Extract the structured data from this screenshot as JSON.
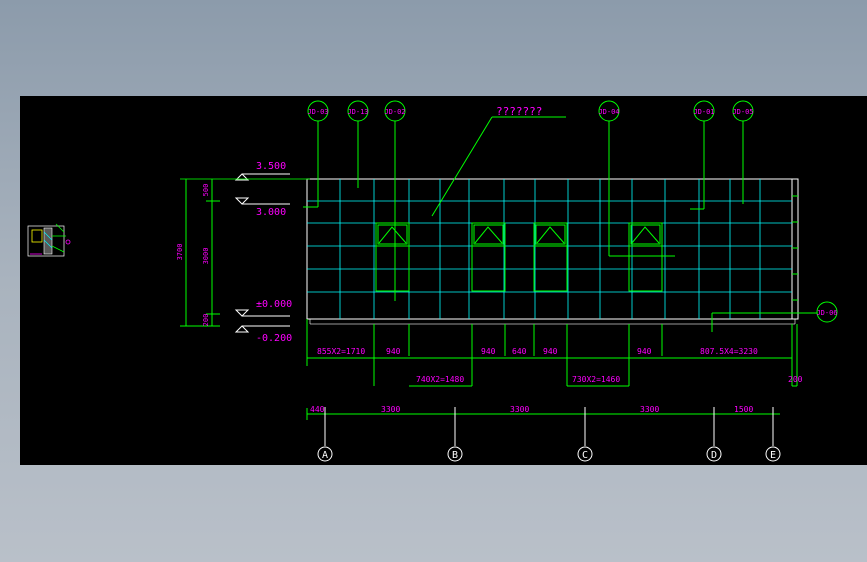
{
  "drawing": {
    "background": "#000000",
    "palette": {
      "outline": "#ffffff",
      "grid": "#00ffff",
      "leader": "#00ff00",
      "text": "#ff00ff",
      "dim": "#ffffff"
    }
  },
  "callouts": {
    "top": [
      "JD-03",
      "JD-13",
      "JD-02",
      "JD-04",
      "JD-01",
      "JD-05"
    ],
    "right": "JD-06",
    "note": "???????"
  },
  "elevations": {
    "e1": "3.500",
    "e2": "3.000",
    "e3": "±0.000",
    "e4": "-0.200"
  },
  "vertical_dims": {
    "total": "3700",
    "top": "500",
    "mid": "3000",
    "bottom": "200"
  },
  "dims_row1": {
    "d1": "855X2=1710",
    "d2": "940",
    "d3": "940",
    "d4": "640",
    "d5": "940",
    "d6": "940",
    "d7": "807.5X4=3230"
  },
  "dims_row2": {
    "d1": "740X2=1480",
    "d2": "730X2=1460",
    "d3": "200"
  },
  "dims_row3": {
    "d1": "440",
    "d2": "3300",
    "d3": "3300",
    "d4": "3300",
    "d5": "1500"
  },
  "axes": [
    "A",
    "B",
    "C",
    "D",
    "E"
  ]
}
